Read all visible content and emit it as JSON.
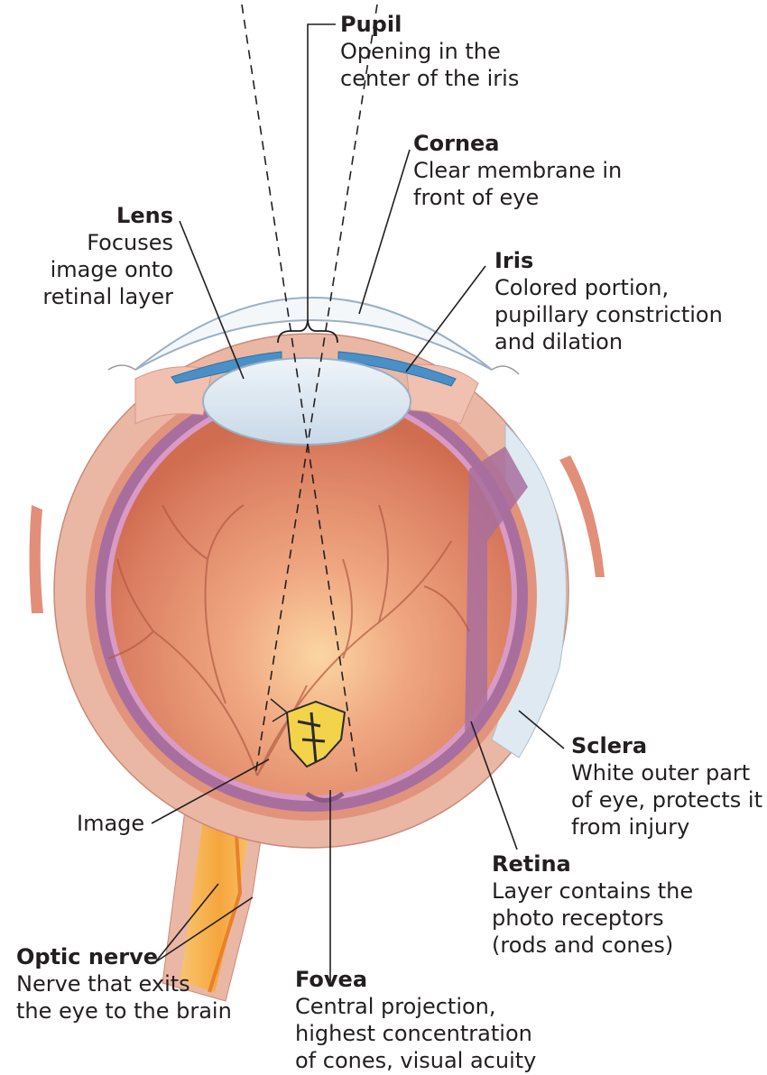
{
  "labels": {
    "pupil": {
      "title": "Pupil",
      "lines": [
        "Opening in the",
        "center of the iris"
      ]
    },
    "cornea": {
      "title": "Cornea",
      "lines": [
        "Clear membrane in",
        "front of eye"
      ]
    },
    "lens": {
      "title": "Lens",
      "lines": [
        "Focuses",
        "image onto",
        "retinal layer"
      ]
    },
    "iris": {
      "title": "Iris",
      "lines": [
        "Colored portion,",
        "pupillary constriction",
        "and dilation"
      ]
    },
    "sclera": {
      "title": "Sclera",
      "lines": [
        "White outer part",
        "of eye, protects it",
        "from injury"
      ]
    },
    "retina": {
      "title": "Retina",
      "lines": [
        "Layer contains the",
        "photo receptors",
        "(rods and cones)"
      ]
    },
    "image": {
      "title": "Image"
    },
    "optic_nerve": {
      "title": "Optic nerve",
      "lines": [
        "Nerve that exits",
        "the eye to the brain"
      ]
    },
    "fovea": {
      "title": "Fovea",
      "lines": [
        "Central projection,",
        "highest concentration",
        "of cones, visual acuity"
      ]
    }
  },
  "colors": {
    "sclera_outer": "#eab7a4",
    "choroid": "#e2937c",
    "vitreous": "#d87457",
    "retina_layer": "#a86f9e",
    "lens": "#dde8f1",
    "iris": "#4a90c8",
    "optic_nerve": "#f7b44a",
    "vessels": "#b35a44",
    "leader_lines": "#231f20"
  }
}
